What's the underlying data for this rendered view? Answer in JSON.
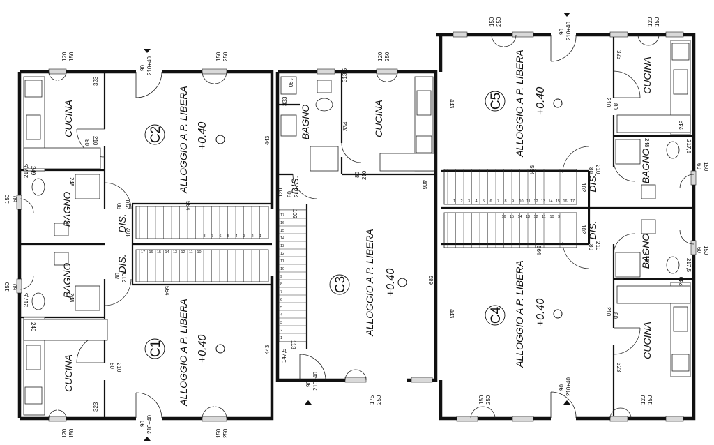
{
  "units": {
    "c1": {
      "id": "C1",
      "name": "ALLOGGIO A P. LIBERA",
      "elev": "+0.40"
    },
    "c2": {
      "id": "C2",
      "name": "ALLOGGIO A P. LIBERA",
      "elev": "+0.40"
    },
    "c3": {
      "id": "C3",
      "name": "ALLOGGIO A P. LIBERA",
      "elev": "+0.40"
    },
    "c4": {
      "id": "C4",
      "name": "ALLOGGIO A P. LIBERA",
      "elev": "+0.40"
    },
    "c5": {
      "id": "C5",
      "name": "ALLOGGIO A P. LIBERA",
      "elev": "+0.40"
    }
  },
  "rooms": {
    "cucina": "CUCINA",
    "bagno": "BAGNO",
    "dis": "DIS."
  },
  "dims": {
    "d120": "120",
    "d150": "150",
    "d250": "250",
    "d90": "90",
    "d210_40": "210+40",
    "d323": "323",
    "d443": "443",
    "d564": "564",
    "d210": "210",
    "d80": "80",
    "d249": "249",
    "d248": "248",
    "d217_5": "217,5",
    "d60": "60",
    "d102": "102",
    "d190": "190",
    "d333": "333",
    "d334": "334",
    "d313_5": "313,5",
    "d406": "406",
    "d682": "682",
    "d113": "113",
    "d147_5": "147,5",
    "d175": "175"
  },
  "stairs": {
    "steps": [
      "1",
      "2",
      "3",
      "4",
      "5",
      "6",
      "7",
      "8",
      "9",
      "10",
      "11",
      "12",
      "13",
      "14",
      "15",
      "16",
      "17"
    ]
  }
}
